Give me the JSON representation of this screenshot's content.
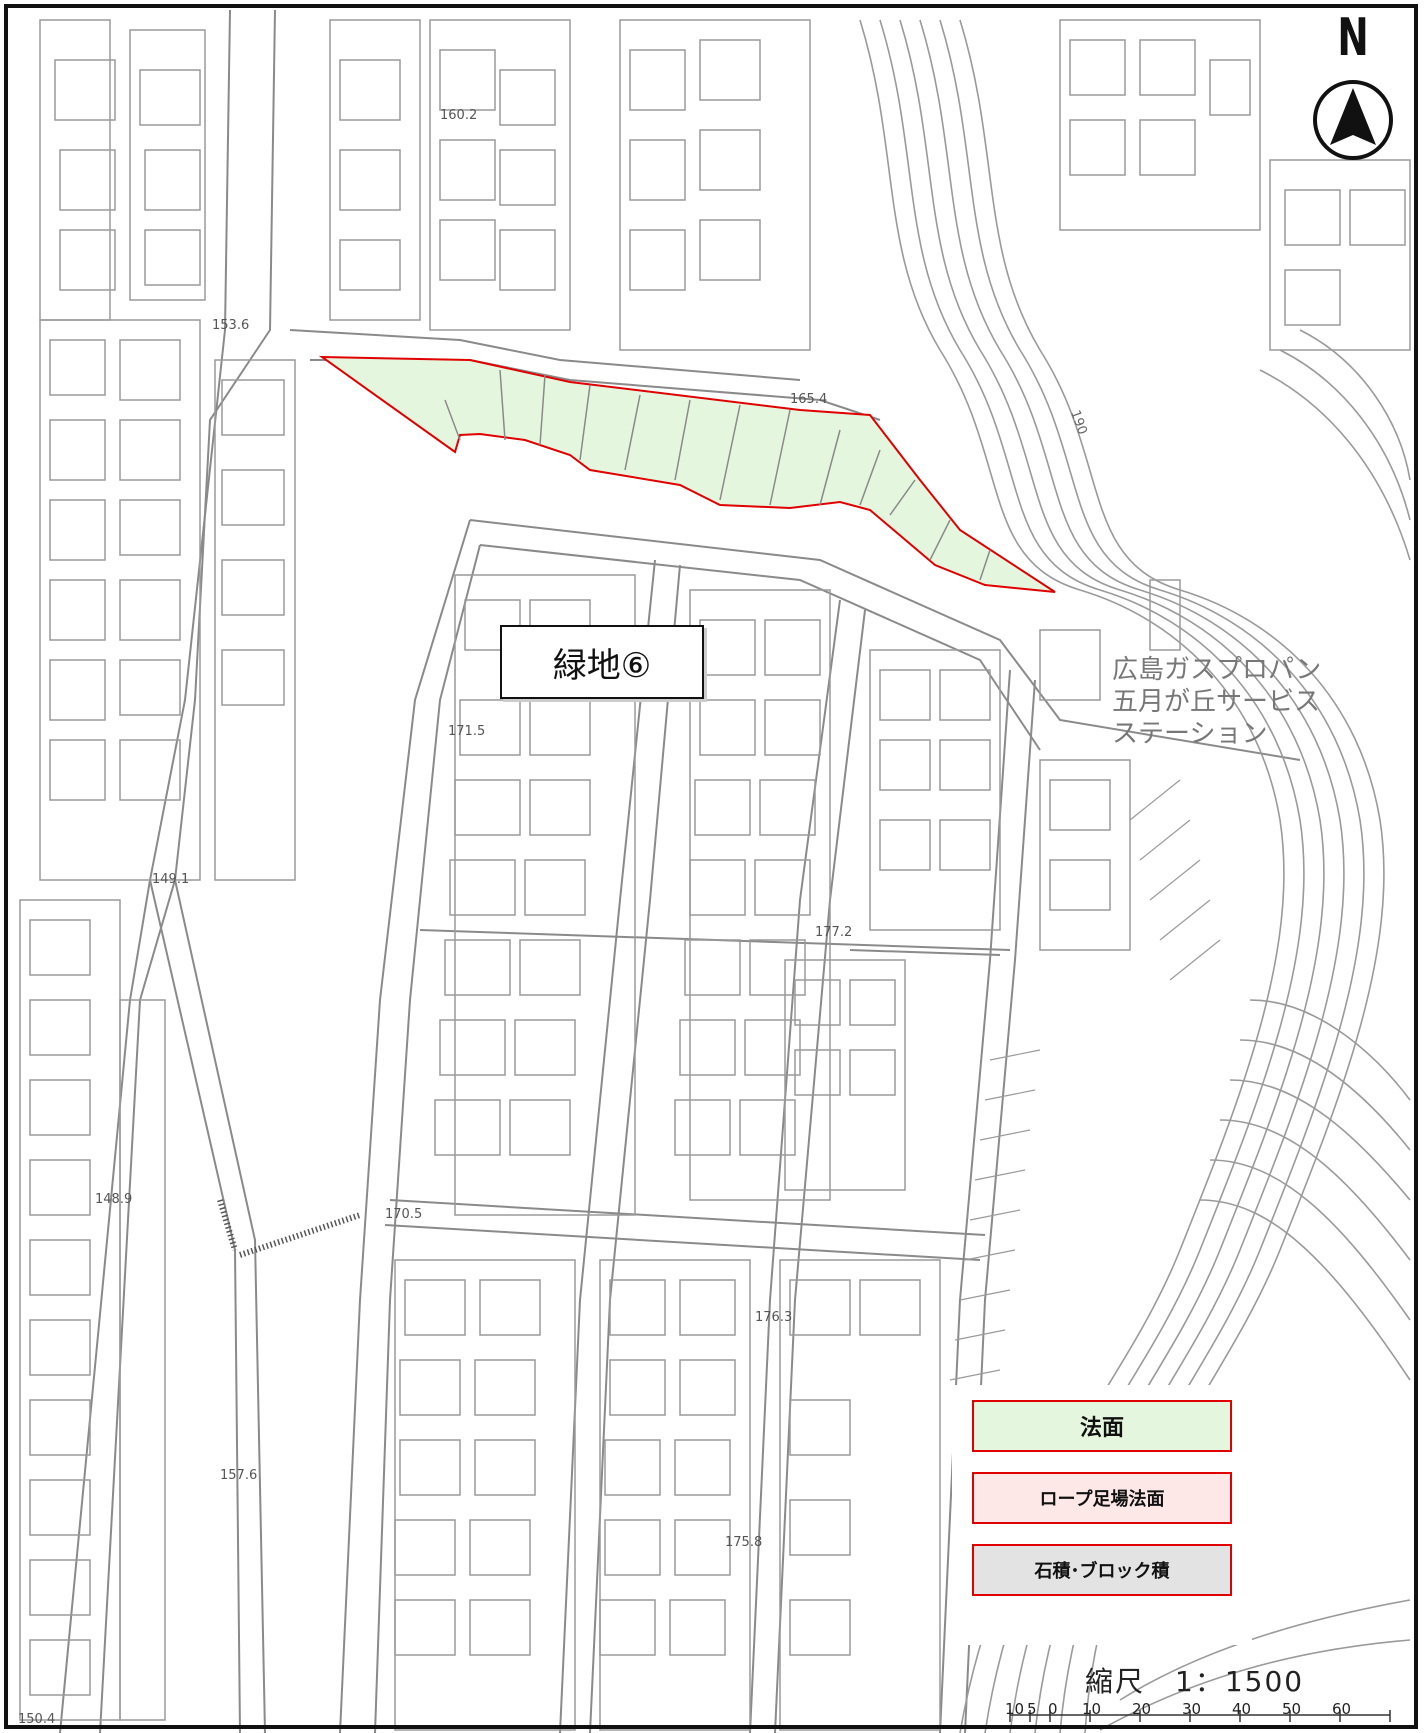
{
  "map": {
    "area_label": "緑地⑥",
    "north_letter": "N",
    "gas_station": {
      "line1": "広島ガスプロパン",
      "line2": "五月が丘サービス",
      "line3": "ステーション"
    },
    "elevations": [
      "160.2",
      "153.6",
      "165.4",
      "171.5",
      "149.1",
      "177.2",
      "148.9",
      "170.5",
      "176.3",
      "157.6",
      "175.8",
      "150.4"
    ],
    "contour_label": "190",
    "legend": {
      "item1": "法面",
      "item2": "ロープ足場法面",
      "item3": "石積･ブロック積"
    },
    "scale": {
      "title": "縮尺　1：1500",
      "ticks": [
        "10",
        "5",
        "0",
        "10",
        "20",
        "30",
        "40",
        "50",
        "60"
      ]
    },
    "colors": {
      "slope_fill": "#e4f6de",
      "outline": "#e00000",
      "rope_fill": "#fde7e7",
      "stone_fill": "#e3e3e3",
      "line": "#8a8a8a"
    }
  }
}
